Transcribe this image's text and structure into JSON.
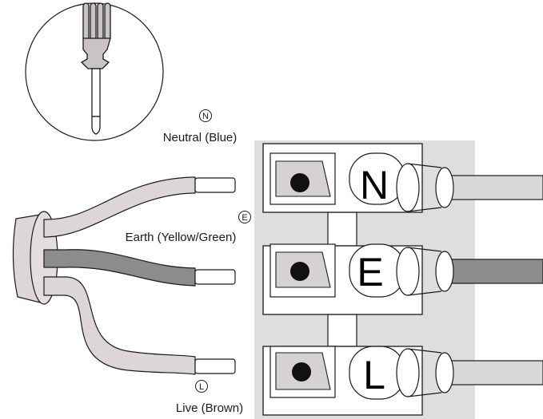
{
  "labels": {
    "neutral": {
      "symbol": "N",
      "text": "Neutral (Blue)"
    },
    "earth": {
      "symbol": "E",
      "text": "Earth (Yellow/Green)"
    },
    "live": {
      "symbol": "L",
      "text": "Live (Brown)"
    }
  },
  "terminals": [
    "N",
    "E",
    "L"
  ],
  "colors": {
    "cable_sheath": "#ddd6d6",
    "neutral_wire": "#d8d8d8",
    "earth_wire": "#8c8c8c",
    "live_wire": "#d8d8d8",
    "backplate": "#dedede",
    "outline": "#1a1a1a"
  },
  "icons": [
    "screwdriver-icon",
    "terminal-screw-icon"
  ]
}
